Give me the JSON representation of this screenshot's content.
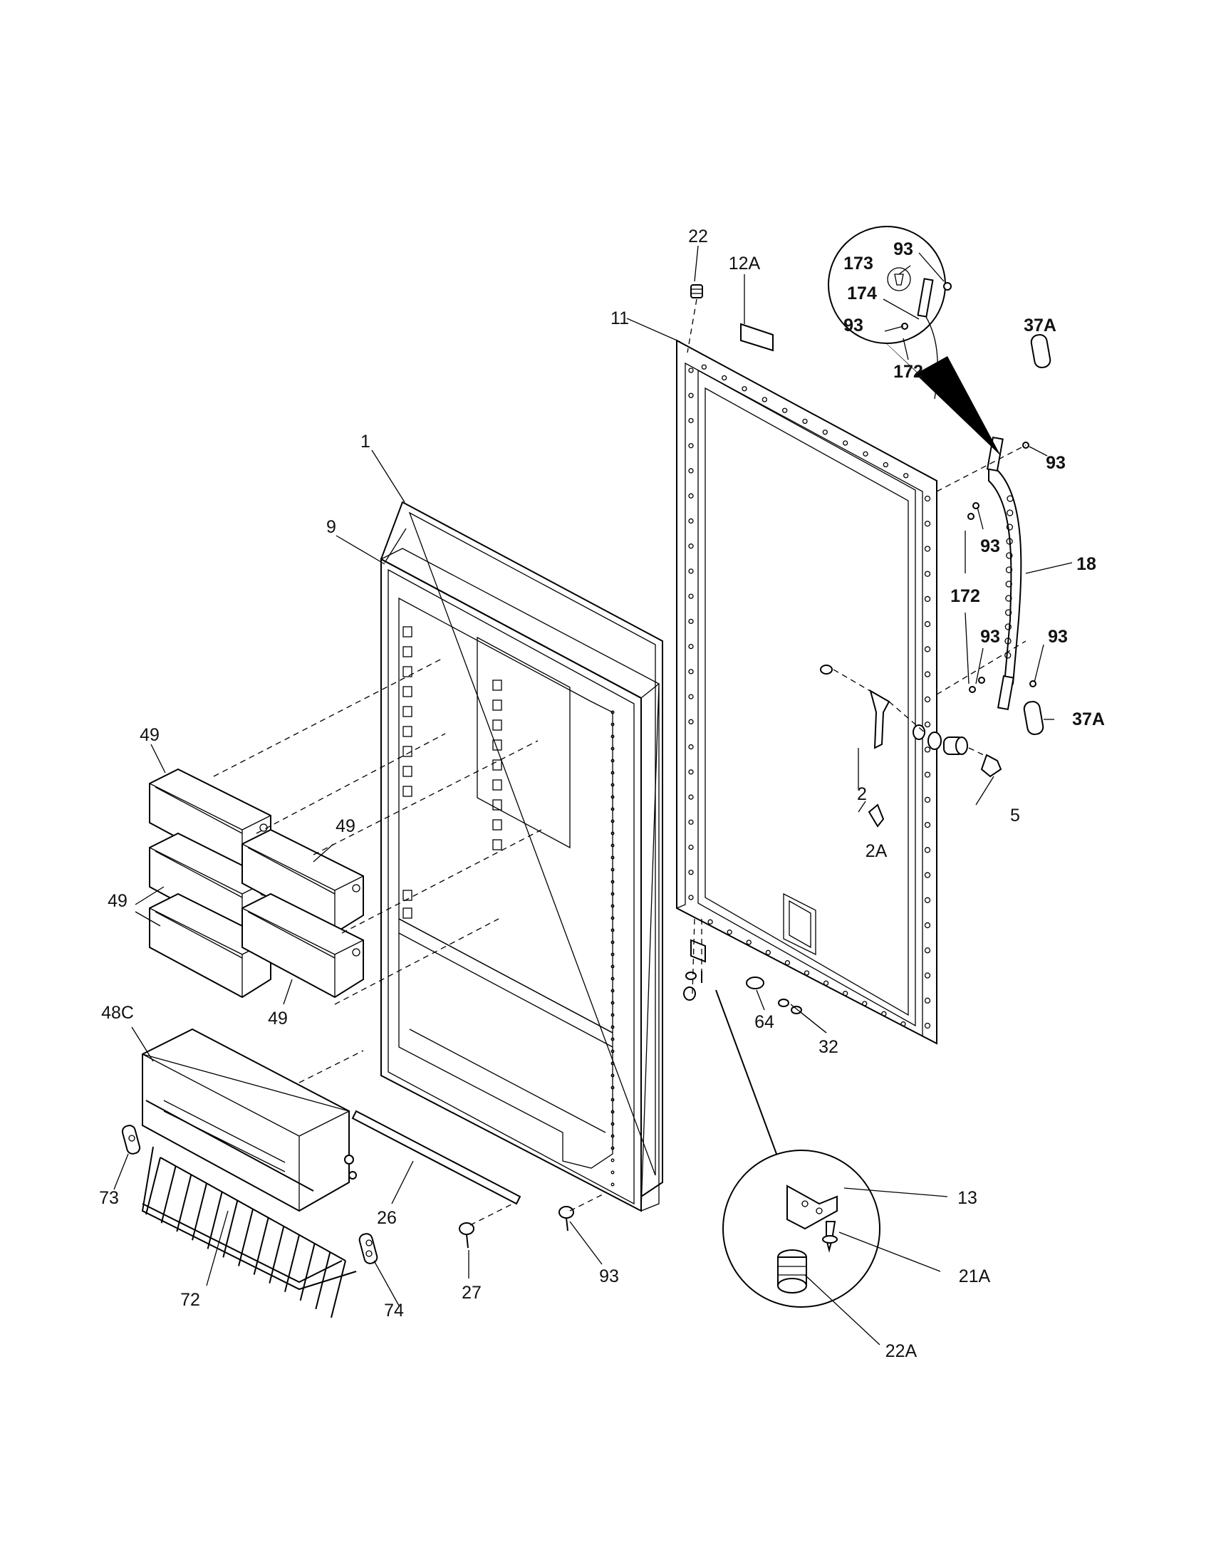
{
  "labels": {
    "l_22": "22",
    "l_12A": "12A",
    "l_11": "11",
    "l_93_a": "93",
    "l_173": "173",
    "l_174": "174",
    "l_93_b": "93",
    "l_172_a": "172",
    "l_37A_a": "37A",
    "l_93_c": "93",
    "l_93_d": "93",
    "l_18": "18",
    "l_172_b": "172",
    "l_93_e": "93",
    "l_93_f": "93",
    "l_37A_b": "37A",
    "l_5": "5",
    "l_2": "2",
    "l_2A": "2A",
    "l_1": "1",
    "l_9": "9",
    "l_49_a": "49",
    "l_49_b": "49",
    "l_49_c": "49",
    "l_49_d": "49",
    "l_48C": "48C",
    "l_73": "73",
    "l_72": "72",
    "l_74": "74",
    "l_26": "26",
    "l_27": "27",
    "l_93_g": "93",
    "l_64": "64",
    "l_32": "32",
    "l_13": "13",
    "l_21A": "21A",
    "l_22A": "22A"
  }
}
